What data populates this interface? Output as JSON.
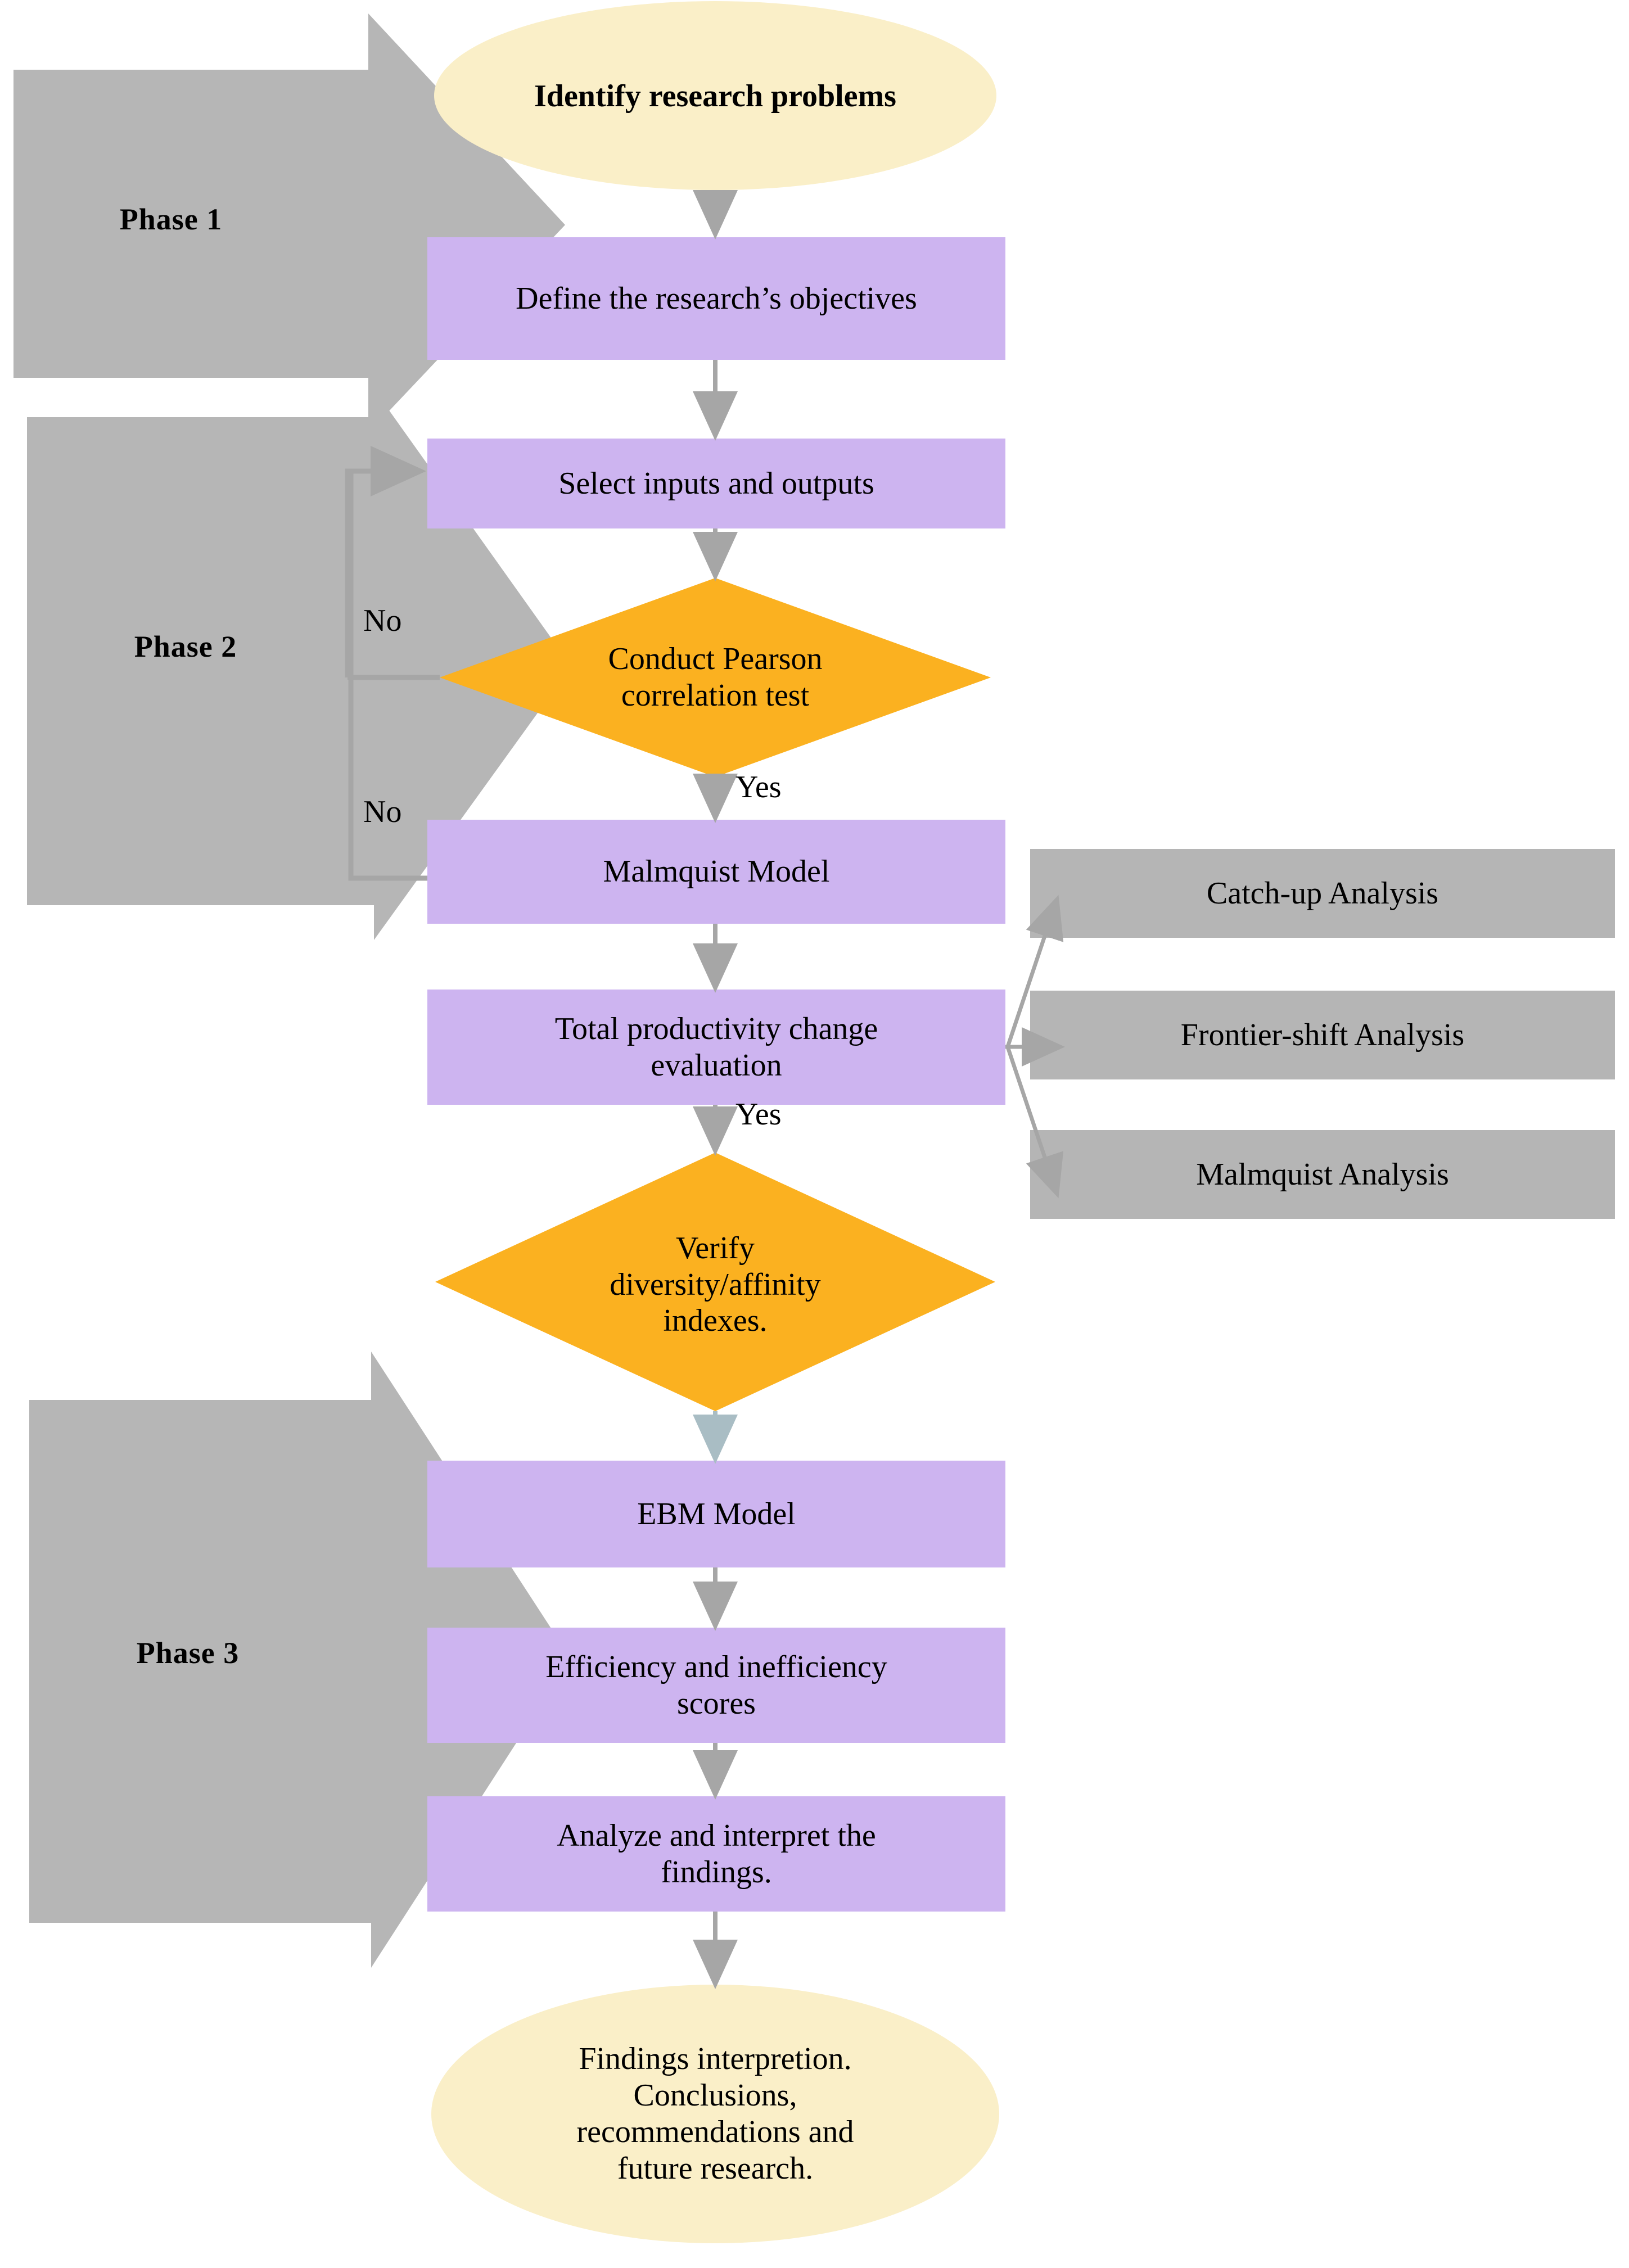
{
  "diagram": {
    "title": "Research methodology flowchart",
    "colors": {
      "process_fill": "#CDB4F0",
      "terminator_fill": "#FAEFC8",
      "decision_fill": "#FBB120",
      "phase_fill": "#B6B6B6",
      "analysis_fill": "#B5B5B5",
      "connector": "#A6A6A6",
      "connector_alt": "#A9BDC4",
      "text": "#000000",
      "background": "#FFFFFF"
    },
    "phases": [
      {
        "id": "phase-1",
        "label": "Phase 1"
      },
      {
        "id": "phase-2",
        "label": "Phase 2"
      },
      {
        "id": "phase-3",
        "label": "Phase 3"
      }
    ],
    "nodes": [
      {
        "id": "start",
        "shape": "ellipse",
        "label": "Identify research problems"
      },
      {
        "id": "objectives",
        "shape": "process",
        "label": "Define the research’s objectives"
      },
      {
        "id": "inputs",
        "shape": "process",
        "label": "Select inputs and outputs"
      },
      {
        "id": "pearson",
        "shape": "decision",
        "label": "Conduct Pearson\ncorrelation test"
      },
      {
        "id": "malmquist",
        "shape": "process",
        "label": "Malmquist Model"
      },
      {
        "id": "productivity",
        "shape": "process",
        "label": "Total productivity change\nevaluation"
      },
      {
        "id": "verify",
        "shape": "decision",
        "label": "Verify\ndiversity/affinity\nindexes."
      },
      {
        "id": "ebm",
        "shape": "process",
        "label": "EBM Model"
      },
      {
        "id": "scores",
        "shape": "process",
        "label": "Efficiency and inefficiency\nscores"
      },
      {
        "id": "analyze",
        "shape": "process",
        "label": "Analyze and interpret the\nfindings."
      },
      {
        "id": "end",
        "shape": "ellipse",
        "label": "Findings interpretion.\nConclusions,\nrecommendations and\nfuture research."
      }
    ],
    "analysis_boxes": [
      {
        "id": "catch-up",
        "label": "Catch-up Analysis"
      },
      {
        "id": "frontier-shift",
        "label": "Frontier-shift Analysis"
      },
      {
        "id": "malmquist-analysis",
        "label": "Malmquist Analysis"
      }
    ],
    "edge_labels": [
      {
        "id": "no-1",
        "label": "No"
      },
      {
        "id": "no-2",
        "label": "No"
      },
      {
        "id": "yes-1",
        "label": "Yes"
      },
      {
        "id": "yes-2",
        "label": "Yes"
      }
    ]
  }
}
